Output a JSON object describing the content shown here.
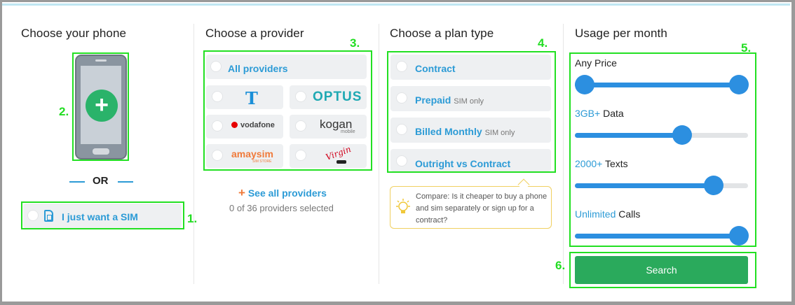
{
  "phone_column": {
    "title": "Choose your phone",
    "or_label": "OR",
    "sim_only_label": "I just want a SIM"
  },
  "provider_column": {
    "title": "Choose a provider",
    "all_label": "All providers",
    "providers": [
      {
        "name": "Telstra",
        "logo_text": "T"
      },
      {
        "name": "Optus",
        "logo_text": "OPTUS"
      },
      {
        "name": "Vodafone",
        "logo_text": "vodafone"
      },
      {
        "name": "Kogan Mobile",
        "logo_text": "kogan",
        "logo_sub": "mobile"
      },
      {
        "name": "amaysim",
        "logo_text": "amaysim",
        "logo_sub": "SIM STORE"
      },
      {
        "name": "Virgin Mobile",
        "logo_text": "Virgin"
      }
    ],
    "see_all_label": "See all providers",
    "selected_text": "0 of 36 providers selected"
  },
  "plan_column": {
    "title": "Choose a plan type",
    "plans": [
      {
        "label": "Contract",
        "sub": ""
      },
      {
        "label": "Prepaid",
        "sub": "SIM only"
      },
      {
        "label": "Billed Monthly",
        "sub": "SIM only"
      },
      {
        "label": "Outright vs Contract",
        "sub": ""
      }
    ],
    "compare_text": "Compare: Is it cheaper to buy a phone and sim separately or sign up for a contract?"
  },
  "usage_column": {
    "title": "Usage per month",
    "price": {
      "accent": "",
      "label": "Any Price",
      "low": 0.0,
      "high": 1.0
    },
    "data": {
      "accent": "3GB+",
      "label": " Data",
      "level": 0.62
    },
    "texts": {
      "accent": "2000+",
      "label": " Texts",
      "level": 0.8
    },
    "calls": {
      "accent": "Unlimited",
      "label": " Calls",
      "level": 1.0
    },
    "search_label": "Search"
  },
  "annotations": {
    "n1": "1.",
    "n2": "2.",
    "n3": "3.",
    "n4": "4.",
    "n5": "5.",
    "n6": "6."
  },
  "colors": {
    "accent_blue": "#2c9bd6",
    "slider_blue": "#2c8fe0",
    "search_green": "#2aaa5c",
    "annotation_green": "#22e022"
  }
}
